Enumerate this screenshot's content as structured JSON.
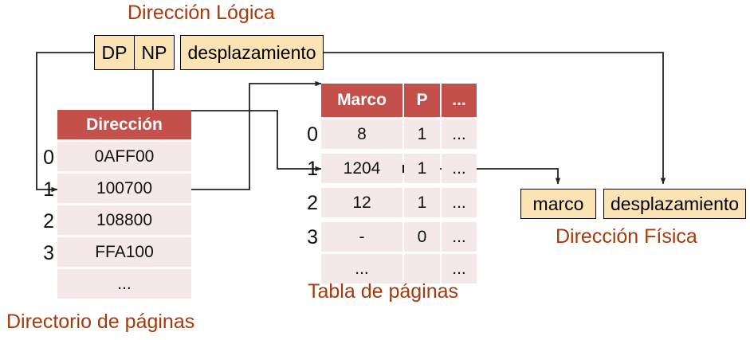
{
  "titles": {
    "logical_address": "Dirección Lógica",
    "page_directory": "Directorio de páginas",
    "page_table": "Tabla de páginas",
    "physical_address": "Dirección Física"
  },
  "logical_address": {
    "fields": [
      {
        "name": "dp",
        "label": "DP"
      },
      {
        "name": "np",
        "label": "NP"
      },
      {
        "name": "offset",
        "label": "desplazamiento"
      }
    ]
  },
  "page_directory": {
    "columns": [
      "Dirección"
    ],
    "row_indices": [
      "0",
      "1",
      "2",
      "3",
      ""
    ],
    "rows": [
      [
        "0AFF00"
      ],
      [
        "100700"
      ],
      [
        "108800"
      ],
      [
        "FFA100"
      ],
      [
        "..."
      ]
    ],
    "selected_row_index": "1"
  },
  "page_table": {
    "columns": [
      "Marco",
      "P",
      "..."
    ],
    "row_indices": [
      "0",
      "1",
      "2",
      "3",
      ""
    ],
    "rows": [
      [
        "8",
        "1",
        "..."
      ],
      [
        "1204",
        "1",
        "..."
      ],
      [
        "12",
        "1",
        "..."
      ],
      [
        "-",
        "0",
        "..."
      ],
      [
        "...",
        "",
        "..."
      ]
    ],
    "selected_row_index": "1"
  },
  "physical_address": {
    "fields": [
      {
        "name": "frame",
        "label": "marco"
      },
      {
        "name": "offset",
        "label": "desplazamiento"
      }
    ]
  },
  "colors": {
    "accent_text": "#A8390A",
    "table_header": "#C4504B",
    "table_row": "#F4E9E8",
    "field_box": "#FCE3B4",
    "wire": "#222222"
  }
}
